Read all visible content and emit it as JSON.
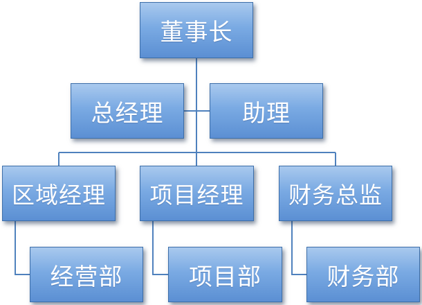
{
  "org_chart": {
    "chairman": "董事长",
    "general_manager": "总经理",
    "assistant": "助理",
    "regional_manager": "区域经理",
    "project_manager": "项目经理",
    "finance_director": "财务总监",
    "operations_dept": "经营部",
    "project_dept": "项目部",
    "finance_dept": "财务部"
  },
  "colors": {
    "box_fill_top": "#a9c9ee",
    "box_fill_bottom": "#5b8fd3",
    "box_border": "#3c6ea9",
    "connector": "#4f81bd",
    "text": "#ffffff"
  }
}
